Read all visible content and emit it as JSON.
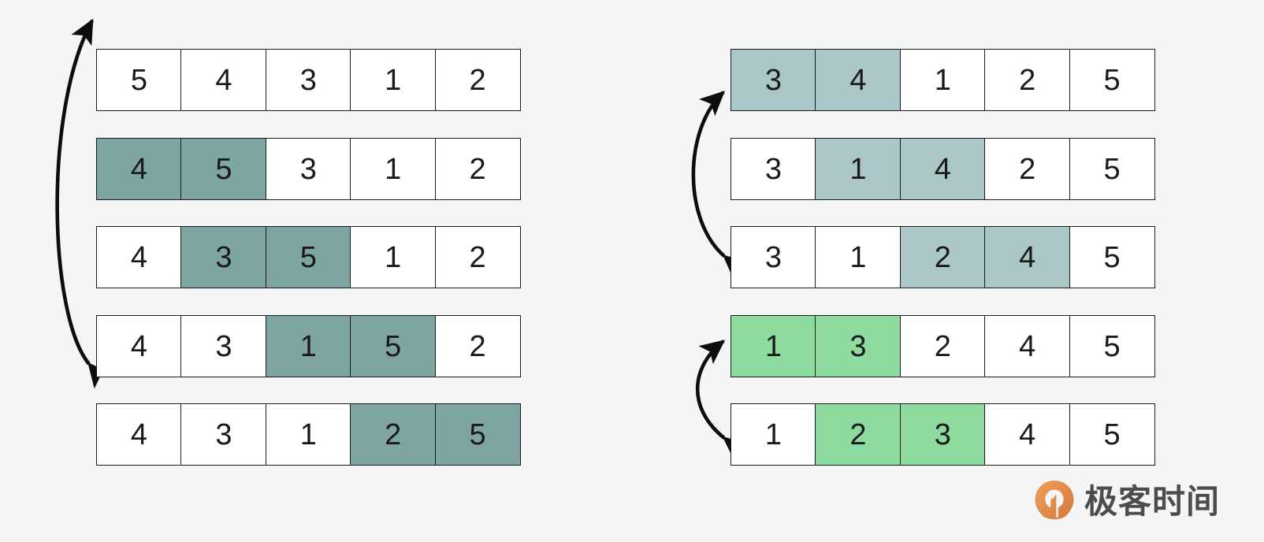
{
  "figure": {
    "background_color": "#f4f6f5",
    "cell_border_color": "#1a1a1a",
    "cell_default_color": "#ffffff"
  },
  "colors": {
    "teal_dark": "#7fa5a2",
    "teal_light": "#abc6c6",
    "green": "#8edba0",
    "brand_orange": "#e98b45",
    "brand_text": "#4c4c4c"
  },
  "panels": [
    {
      "name": "selection-sort-left",
      "rows": [
        {
          "cells": [
            {
              "value": "5",
              "highlight": "none"
            },
            {
              "value": "4",
              "highlight": "none"
            },
            {
              "value": "3",
              "highlight": "none"
            },
            {
              "value": "1",
              "highlight": "none"
            },
            {
              "value": "2",
              "highlight": "none"
            }
          ]
        },
        {
          "cells": [
            {
              "value": "4",
              "highlight": "teal-dark"
            },
            {
              "value": "5",
              "highlight": "teal-dark"
            },
            {
              "value": "3",
              "highlight": "none"
            },
            {
              "value": "1",
              "highlight": "none"
            },
            {
              "value": "2",
              "highlight": "none"
            }
          ]
        },
        {
          "cells": [
            {
              "value": "4",
              "highlight": "none"
            },
            {
              "value": "3",
              "highlight": "teal-dark"
            },
            {
              "value": "5",
              "highlight": "teal-dark"
            },
            {
              "value": "1",
              "highlight": "none"
            },
            {
              "value": "2",
              "highlight": "none"
            }
          ]
        },
        {
          "cells": [
            {
              "value": "4",
              "highlight": "none"
            },
            {
              "value": "3",
              "highlight": "none"
            },
            {
              "value": "1",
              "highlight": "teal-dark"
            },
            {
              "value": "5",
              "highlight": "teal-dark"
            },
            {
              "value": "2",
              "highlight": "none"
            }
          ]
        },
        {
          "cells": [
            {
              "value": "4",
              "highlight": "none"
            },
            {
              "value": "3",
              "highlight": "none"
            },
            {
              "value": "1",
              "highlight": "none"
            },
            {
              "value": "2",
              "highlight": "teal-dark"
            },
            {
              "value": "5",
              "highlight": "teal-dark"
            }
          ]
        }
      ],
      "arrows": [
        {
          "name": "arrow-left-double",
          "heads": "both",
          "from_row": 4,
          "to_row": 0
        }
      ]
    },
    {
      "name": "selection-sort-right",
      "rows": [
        {
          "cells": [
            {
              "value": "3",
              "highlight": "teal-light"
            },
            {
              "value": "4",
              "highlight": "teal-light"
            },
            {
              "value": "1",
              "highlight": "none"
            },
            {
              "value": "2",
              "highlight": "none"
            },
            {
              "value": "5",
              "highlight": "none"
            }
          ]
        },
        {
          "cells": [
            {
              "value": "3",
              "highlight": "none"
            },
            {
              "value": "1",
              "highlight": "teal-light"
            },
            {
              "value": "4",
              "highlight": "teal-light"
            },
            {
              "value": "2",
              "highlight": "none"
            },
            {
              "value": "5",
              "highlight": "none"
            }
          ]
        },
        {
          "cells": [
            {
              "value": "3",
              "highlight": "none"
            },
            {
              "value": "1",
              "highlight": "none"
            },
            {
              "value": "2",
              "highlight": "teal-light"
            },
            {
              "value": "4",
              "highlight": "teal-light"
            },
            {
              "value": "5",
              "highlight": "none"
            }
          ]
        },
        {
          "cells": [
            {
              "value": "1",
              "highlight": "green"
            },
            {
              "value": "3",
              "highlight": "green"
            },
            {
              "value": "2",
              "highlight": "none"
            },
            {
              "value": "4",
              "highlight": "none"
            },
            {
              "value": "5",
              "highlight": "none"
            }
          ]
        },
        {
          "cells": [
            {
              "value": "1",
              "highlight": "none"
            },
            {
              "value": "2",
              "highlight": "green"
            },
            {
              "value": "3",
              "highlight": "green"
            },
            {
              "value": "4",
              "highlight": "none"
            },
            {
              "value": "5",
              "highlight": "none"
            }
          ]
        }
      ],
      "arrows": [
        {
          "name": "arrow-right-upper-double",
          "heads": "both",
          "from_row": 2,
          "to_row": 0
        },
        {
          "name": "arrow-right-lower-double",
          "heads": "both",
          "from_row": 4,
          "to_row": 3
        }
      ]
    }
  ],
  "brand": {
    "name": "geektime-logo",
    "text": "极客时间",
    "icon": "geektime-drop-icon"
  }
}
